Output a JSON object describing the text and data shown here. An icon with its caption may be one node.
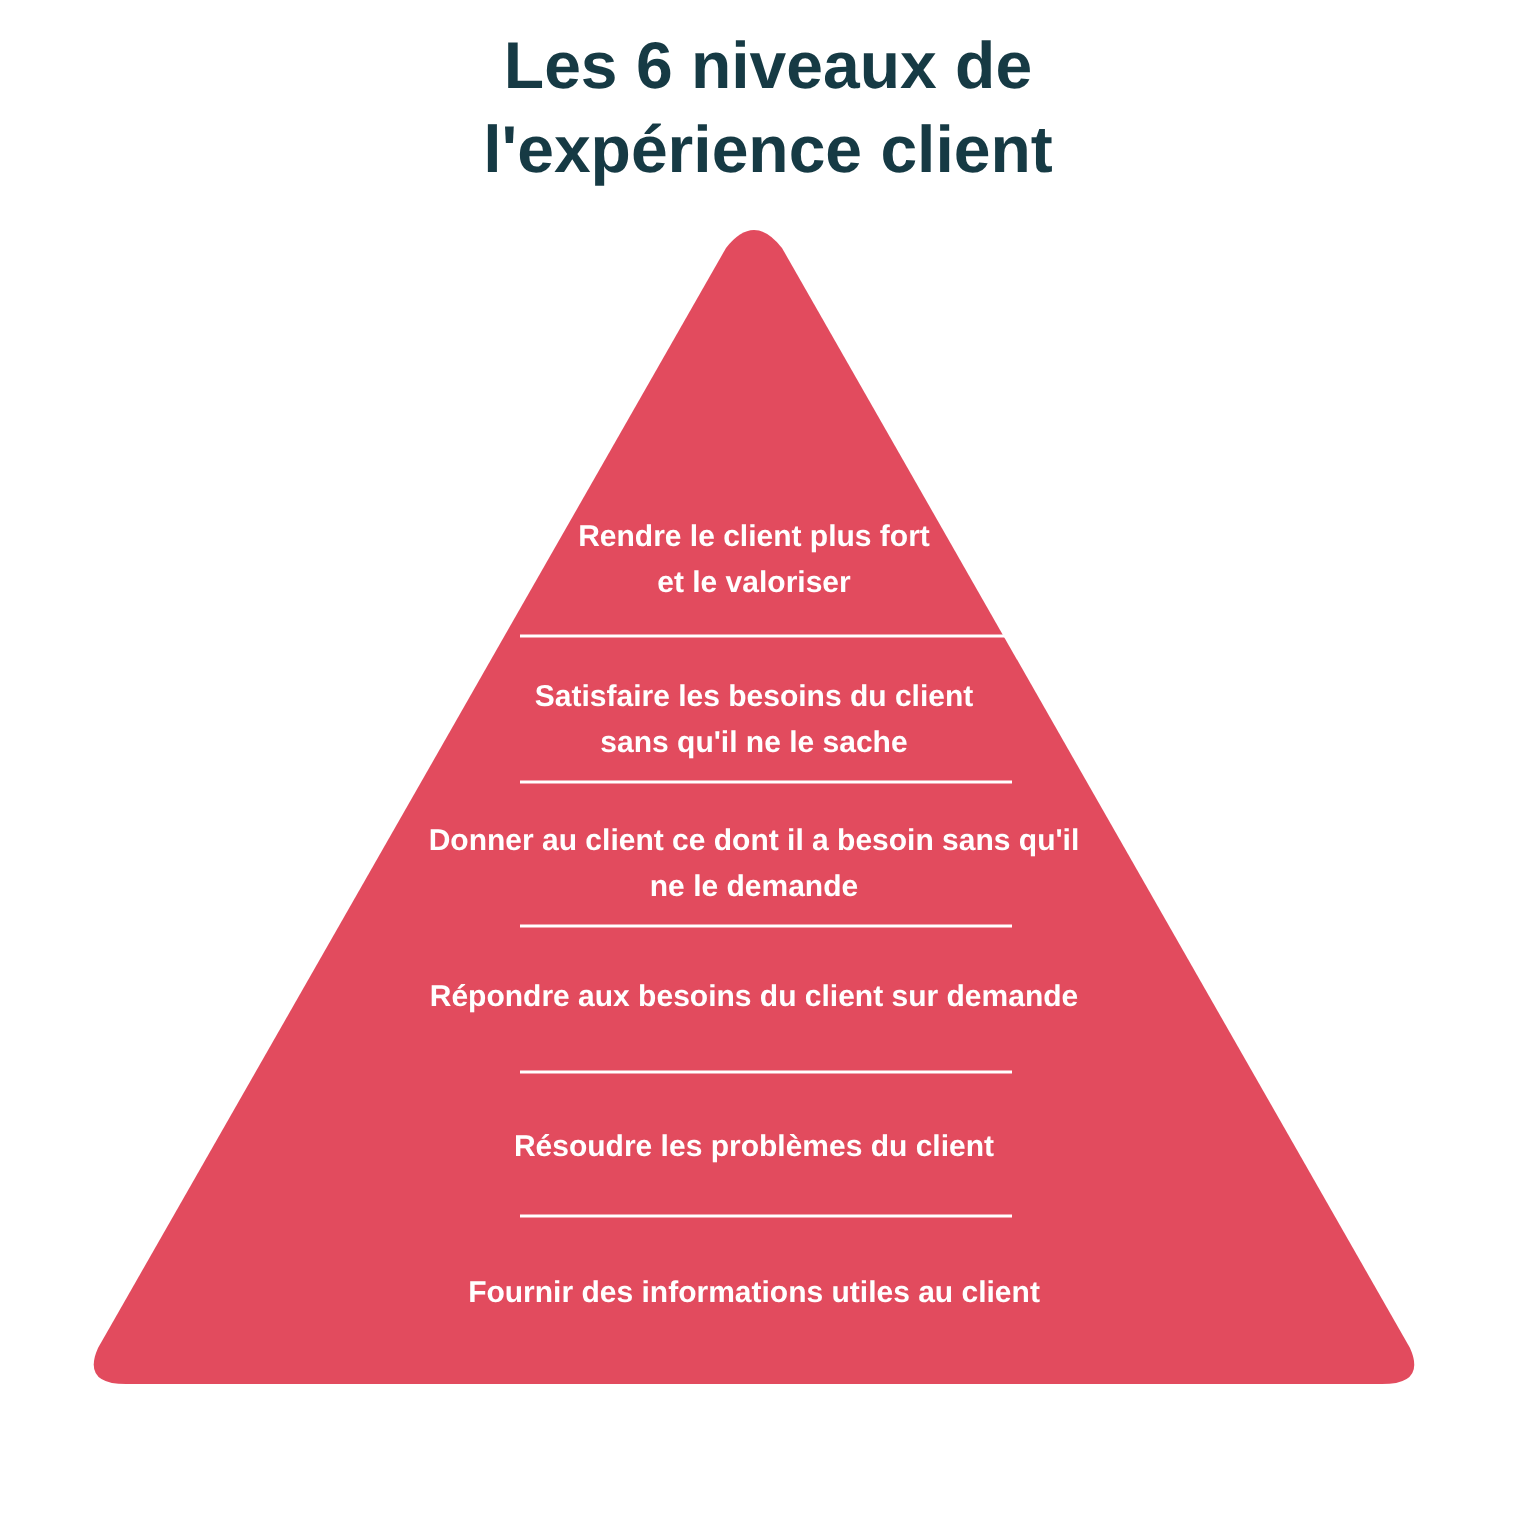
{
  "diagram": {
    "title": "Les 6 niveaux de l'expérience client",
    "nodes": [
      {
        "text": [],
        "shape": "triangle"
      },
      {
        "text": [
          "Rendre le client plus fort et le valoriser"
        ],
        "in": 0
      },
      {
        "text": [
          "Satisfaire les besoins du client sans qu'il ne le sache"
        ],
        "in": 0
      },
      {
        "text": [
          "Donner au client ce dont il a besoin sans qu'il ne le demande"
        ],
        "in": 0
      },
      {
        "text": [
          "Répondre aux besoins du client sur demande"
        ],
        "in": 0
      },
      {
        "text": [
          "Résoudre les problèmes du client"
        ],
        "in": 0
      },
      {
        "text": [
          "Fournir des informations utiles au client"
        ],
        "in": 0
      }
    ],
    "edges": []
  }
}
